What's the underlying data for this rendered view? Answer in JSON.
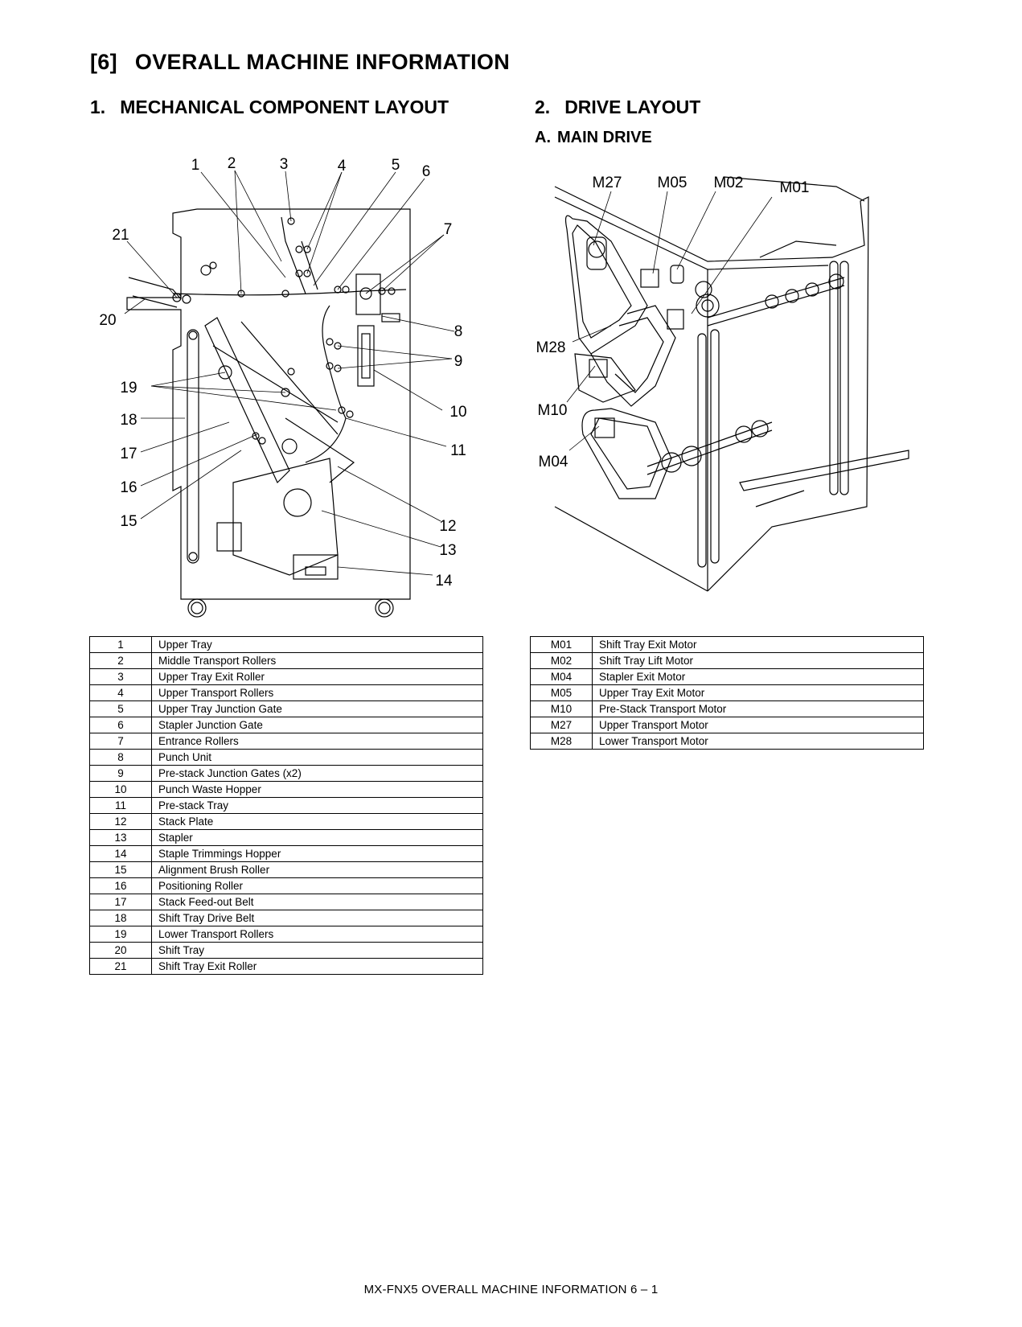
{
  "chapter": {
    "num": "[6]",
    "title": "OVERALL MACHINE INFORMATION"
  },
  "section1": {
    "num": "1.",
    "title": "MECHANICAL COMPONENT LAYOUT"
  },
  "section2": {
    "num": "2.",
    "title": "DRIVE LAYOUT",
    "sub_num": "A.",
    "sub_title": "MAIN DRIVE"
  },
  "figure1": {
    "callouts": [
      "1",
      "2",
      "3",
      "4",
      "5",
      "6",
      "7",
      "8",
      "9",
      "10",
      "11",
      "12",
      "13",
      "14",
      "15",
      "16",
      "17",
      "18",
      "19",
      "20",
      "21"
    ]
  },
  "figure2": {
    "callouts": [
      "M27",
      "M05",
      "M02",
      "M01",
      "M28",
      "M10",
      "M04"
    ]
  },
  "parts_table": [
    {
      "no": "1",
      "name": "Upper Tray"
    },
    {
      "no": "2",
      "name": "Middle Transport Rollers"
    },
    {
      "no": "3",
      "name": "Upper Tray Exit Roller"
    },
    {
      "no": "4",
      "name": "Upper Transport Rollers"
    },
    {
      "no": "5",
      "name": "Upper Tray Junction Gate"
    },
    {
      "no": "6",
      "name": "Stapler Junction Gate"
    },
    {
      "no": "7",
      "name": "Entrance Rollers"
    },
    {
      "no": "8",
      "name": "Punch Unit"
    },
    {
      "no": "9",
      "name": "Pre-stack Junction Gates (x2)"
    },
    {
      "no": "10",
      "name": "Punch Waste Hopper"
    },
    {
      "no": "11",
      "name": "Pre-stack Tray"
    },
    {
      "no": "12",
      "name": "Stack Plate"
    },
    {
      "no": "13",
      "name": "Stapler"
    },
    {
      "no": "14",
      "name": "Staple Trimmings Hopper"
    },
    {
      "no": "15",
      "name": "Alignment Brush Roller"
    },
    {
      "no": "16",
      "name": "Positioning Roller"
    },
    {
      "no": "17",
      "name": "Stack Feed-out Belt"
    },
    {
      "no": "18",
      "name": "Shift Tray Drive Belt"
    },
    {
      "no": "19",
      "name": "Lower Transport Rollers"
    },
    {
      "no": "20",
      "name": "Shift Tray"
    },
    {
      "no": "21",
      "name": "Shift Tray Exit Roller"
    }
  ],
  "motor_table": [
    {
      "no": "M01",
      "name": "Shift Tray Exit Motor"
    },
    {
      "no": "M02",
      "name": "Shift Tray Lift Motor"
    },
    {
      "no": "M04",
      "name": "Stapler Exit Motor"
    },
    {
      "no": "M05",
      "name": "Upper Tray Exit Motor"
    },
    {
      "no": "M10",
      "name": "Pre-Stack Transport Motor"
    },
    {
      "no": "M27",
      "name": "Upper Transport Motor"
    },
    {
      "no": "M28",
      "name": "Lower Transport Motor"
    }
  ],
  "footer": "MX-FNX5  OVERALL MACHINE INFORMATION  6 – 1"
}
